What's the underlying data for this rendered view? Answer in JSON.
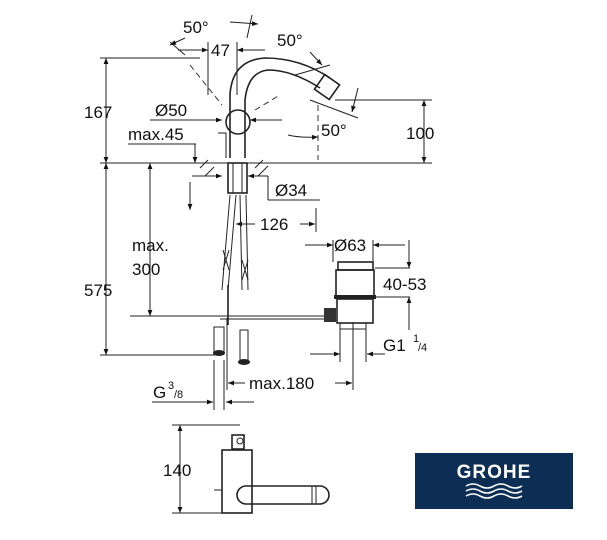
{
  "drawing": {
    "dimensions": {
      "angle_top_left": "50°",
      "width_47": "47",
      "angle_top_right": "50°",
      "height_167": "167",
      "diameter_50": "Ø50",
      "max_45": "max.45",
      "angle_spout": "50°",
      "height_100": "100",
      "diameter_34": "Ø34",
      "length_126": "126",
      "max_300_line1": "max.",
      "max_300_line2": "300",
      "diameter_63": "Ø63",
      "range_40_53": "40-53",
      "height_575": "575",
      "thread_g1": "G1",
      "thread_g1_num": "1",
      "thread_g1_den": "/4",
      "thread_g": "G",
      "thread_g_num": "3",
      "thread_g_den": "/8",
      "max_180": "max.180",
      "height_140": "140"
    }
  },
  "logo": {
    "text": "GROHE",
    "color": "#0c2e55"
  }
}
